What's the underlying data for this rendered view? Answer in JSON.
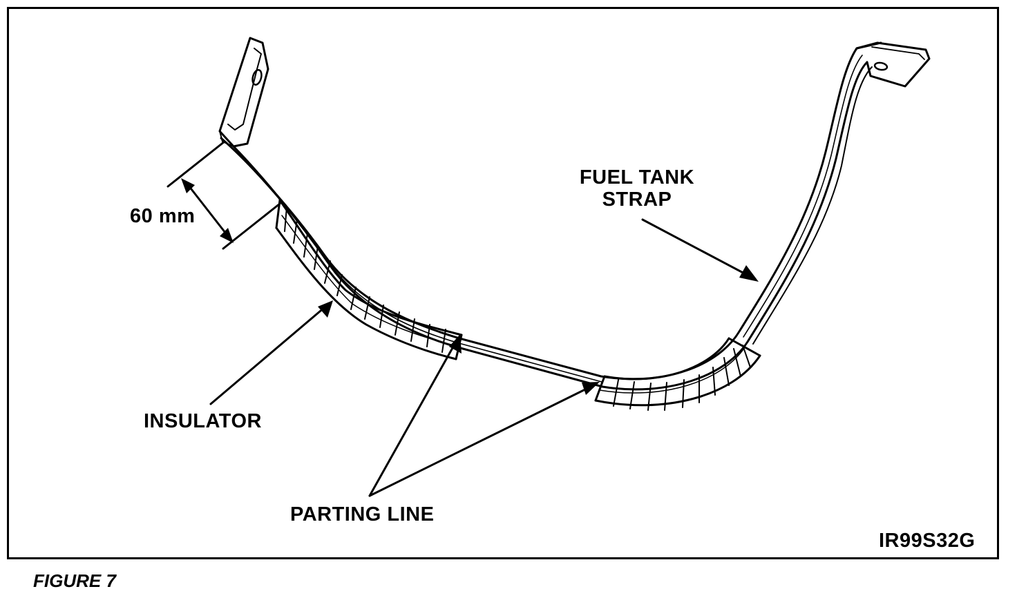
{
  "labels": {
    "dimension": "60 mm",
    "fuel_tank_strap_line1": "FUEL TANK",
    "fuel_tank_strap_line2": "STRAP",
    "insulator": "INSULATOR",
    "parting_line": "PARTING LINE",
    "figure_code": "IR99S32G"
  },
  "caption": "FIGURE 7"
}
